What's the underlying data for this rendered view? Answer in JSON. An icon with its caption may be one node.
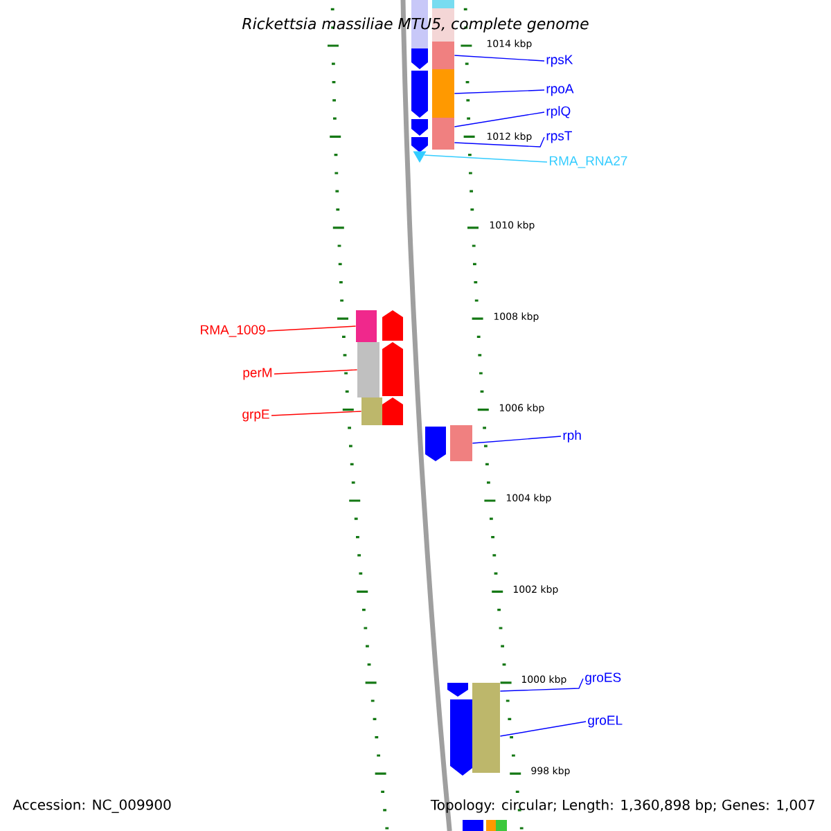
{
  "diagram": {
    "title": "Rickettsia massiliae MTU5, complete genome",
    "nodes": [
      {
        "text": [
          "rpsK"
        ]
      },
      {
        "text": [
          "rpoA"
        ]
      },
      {
        "text": [
          "rplQ"
        ]
      },
      {
        "text": [
          "rpsT"
        ]
      },
      {
        "text": [
          "RMA_RNA27"
        ]
      },
      {
        "text": [
          "RMA_1009"
        ]
      },
      {
        "text": [
          "perM"
        ]
      },
      {
        "text": [
          "grpE"
        ]
      },
      {
        "text": [
          "rph"
        ]
      },
      {
        "text": [
          "groES"
        ]
      },
      {
        "text": [
          "groEL"
        ]
      },
      {
        "text": [],
        "shape": "box"
      },
      {
        "text": [],
        "shape": "box"
      },
      {
        "text": [],
        "shape": "box"
      },
      {
        "text": [],
        "shape": "box"
      },
      {
        "text": [],
        "shape": "triangle"
      },
      {
        "text": [],
        "shape": "box"
      },
      {
        "text": [],
        "shape": "box"
      },
      {
        "text": [],
        "shape": "box"
      },
      {
        "text": [],
        "shape": "box"
      },
      {
        "text": [],
        "shape": "box"
      },
      {
        "text": [],
        "shape": "box"
      }
    ],
    "edges": [
      {
        "from": 0,
        "to": 11,
        "arrow": "none"
      },
      {
        "from": 1,
        "to": 12,
        "arrow": "none"
      },
      {
        "from": 2,
        "to": 13,
        "arrow": "none"
      },
      {
        "from": 3,
        "to": 14,
        "arrow": "none"
      },
      {
        "from": 4,
        "to": 15,
        "arrow": "none",
        "color": "#33ccff"
      },
      {
        "from": 5,
        "to": 16,
        "arrow": "none",
        "color": "#ff0000"
      },
      {
        "from": 6,
        "to": 17,
        "arrow": "none",
        "color": "#ff0000"
      },
      {
        "from": 7,
        "to": 18,
        "arrow": "none",
        "color": "#ff0000"
      },
      {
        "from": 8,
        "to": 19,
        "arrow": "none"
      },
      {
        "from": 9,
        "to": 20,
        "arrow": "none"
      },
      {
        "from": 10,
        "to": 21,
        "arrow": "none"
      }
    ],
    "labels": [
      "1014 kbp",
      "1012 kbp",
      "1010 kbp",
      "1008 kbp",
      "1006 kbp",
      "1004 kbp",
      "1002 kbp",
      "1000 kbp",
      "998 kbp",
      "Accession: NC_009900",
      "Topology: circular; Length: 1,360,898 bp; Genes: 1,007"
    ]
  }
}
